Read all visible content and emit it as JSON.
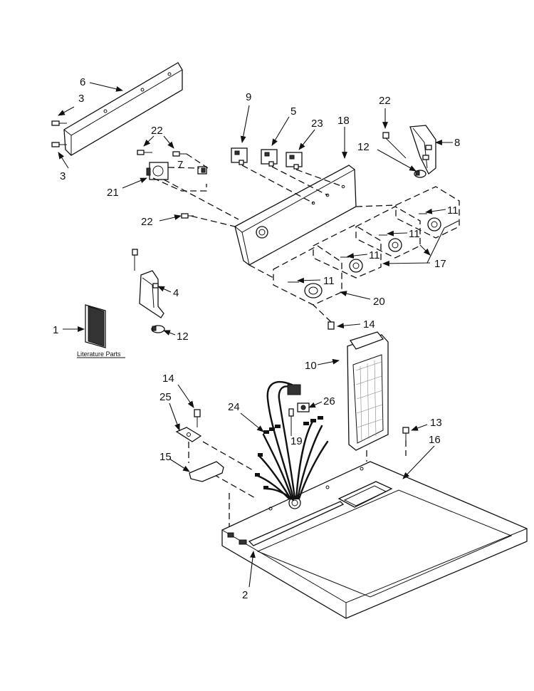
{
  "diagram": {
    "callouts": [
      {
        "id": "c6",
        "text": "6"
      },
      {
        "id": "c3a",
        "text": "3"
      },
      {
        "id": "c3b",
        "text": "3"
      },
      {
        "id": "c22a",
        "text": "22"
      },
      {
        "id": "c7",
        "text": "7"
      },
      {
        "id": "c21",
        "text": "21"
      },
      {
        "id": "c9",
        "text": "9"
      },
      {
        "id": "c5",
        "text": "5"
      },
      {
        "id": "c23",
        "text": "23"
      },
      {
        "id": "c18",
        "text": "18"
      },
      {
        "id": "c22b",
        "text": "22"
      },
      {
        "id": "c8",
        "text": "8"
      },
      {
        "id": "c12a",
        "text": "12"
      },
      {
        "id": "c11a",
        "text": "11"
      },
      {
        "id": "c11b",
        "text": "11"
      },
      {
        "id": "c11c",
        "text": "11"
      },
      {
        "id": "c11d",
        "text": "11"
      },
      {
        "id": "c17",
        "text": "17"
      },
      {
        "id": "c20",
        "text": "20"
      },
      {
        "id": "c22c",
        "text": "22"
      },
      {
        "id": "c4",
        "text": "4"
      },
      {
        "id": "c12b",
        "text": "12"
      },
      {
        "id": "c1",
        "text": "1"
      },
      {
        "id": "c14a",
        "text": "14"
      },
      {
        "id": "c10",
        "text": "10"
      },
      {
        "id": "c14b",
        "text": "14"
      },
      {
        "id": "c25",
        "text": "25"
      },
      {
        "id": "c24",
        "text": "24"
      },
      {
        "id": "c26",
        "text": "26"
      },
      {
        "id": "c19",
        "text": "19"
      },
      {
        "id": "c13",
        "text": "13"
      },
      {
        "id": "c16",
        "text": "16"
      },
      {
        "id": "c15",
        "text": "15"
      },
      {
        "id": "c2",
        "text": "2"
      }
    ],
    "literature_label": "Literature Parts"
  }
}
